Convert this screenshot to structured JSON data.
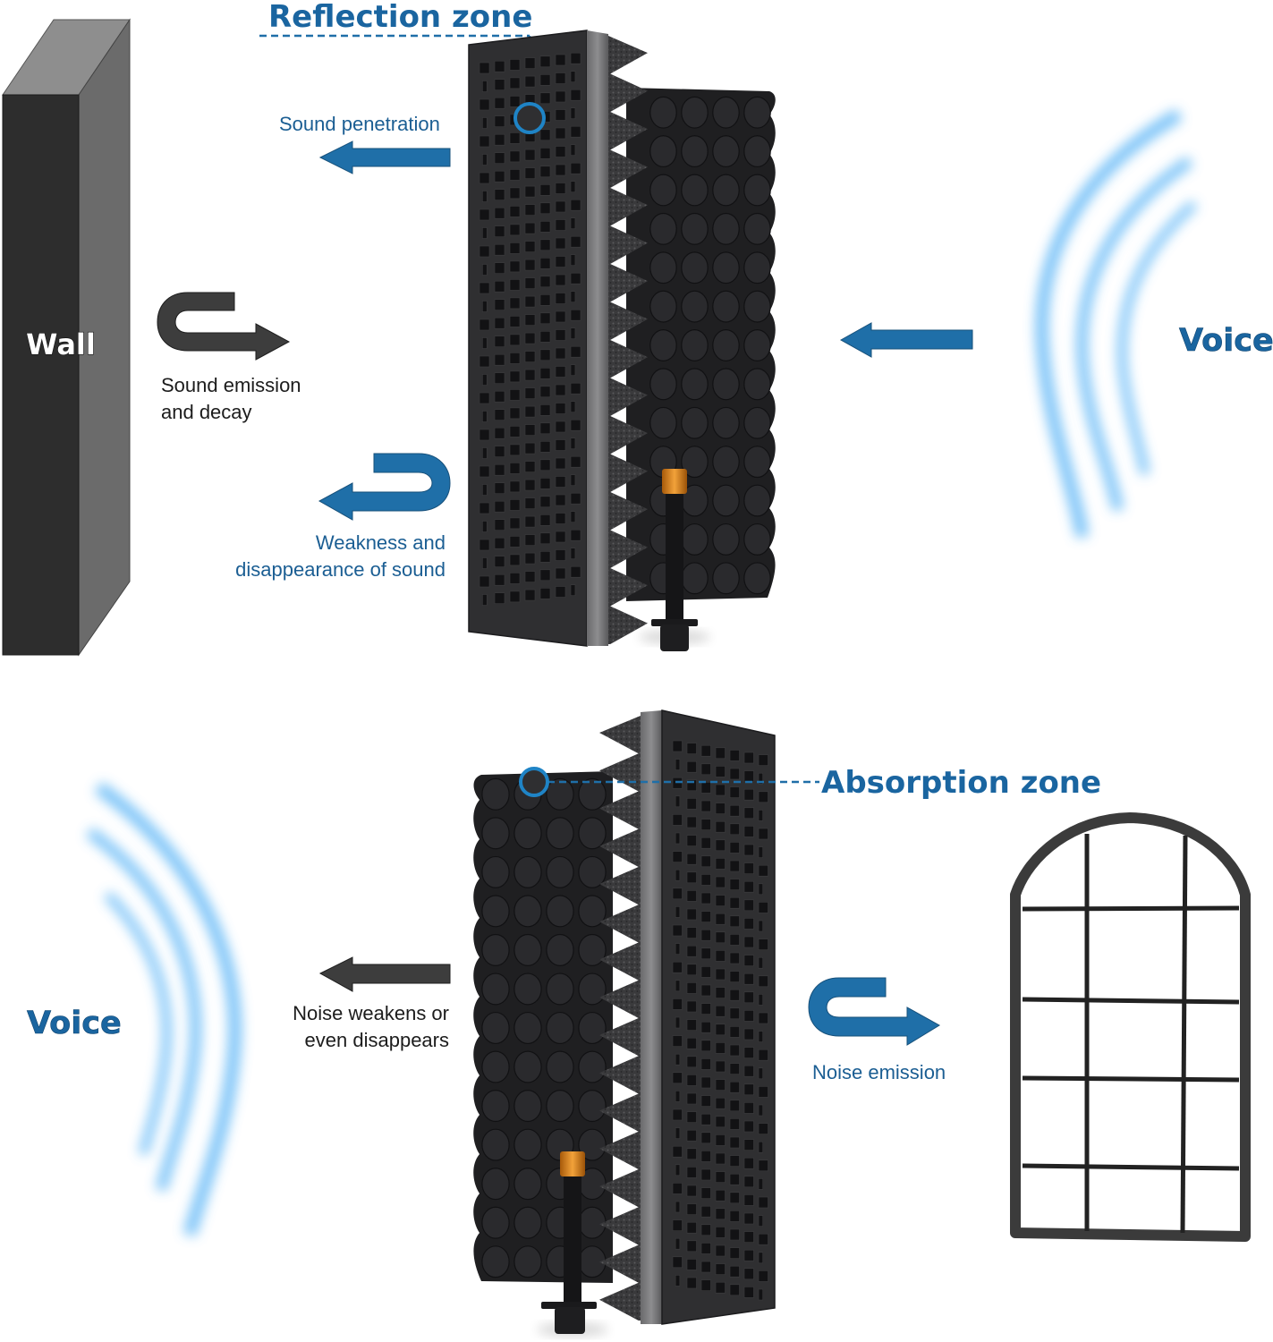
{
  "colors": {
    "accent_blue": "#1f6fa8",
    "title_blue": "#1a65a0",
    "caption_blue": "#1b5e93",
    "dark_gray": "#3d3d3d",
    "wave_blue": "#6ec0fb",
    "panel_face": "#2f2f31",
    "foam": "#1e1e20",
    "gold_knob": "#e08a1e"
  },
  "top_section": {
    "zone_label": "Reflection zone",
    "wall_label": "Wall",
    "penetration_label": "Sound penetration",
    "emission_label_lines": [
      "Sound emission",
      "and decay"
    ],
    "weakness_label_lines": [
      "Weakness and",
      "disappearance of sound"
    ],
    "voice_label": "Voice",
    "icons": [
      "reflection-zone-marker-icon",
      "left-arrow-icon",
      "u-turn-right-arrow-icon",
      "u-turn-left-arrow-icon",
      "incoming-arrow-icon",
      "sound-wave-icon"
    ]
  },
  "bottom_section": {
    "zone_label": "Absorption zone",
    "noise_weaken_label_lines": [
      "Noise weakens or",
      "even disappears"
    ],
    "noise_emission_label": "Noise emission",
    "voice_label": "Voice",
    "icons": [
      "absorption-zone-marker-icon",
      "left-arrow-icon",
      "u-turn-right-arrow-icon",
      "sound-wave-icon",
      "arched-window-icon"
    ]
  }
}
